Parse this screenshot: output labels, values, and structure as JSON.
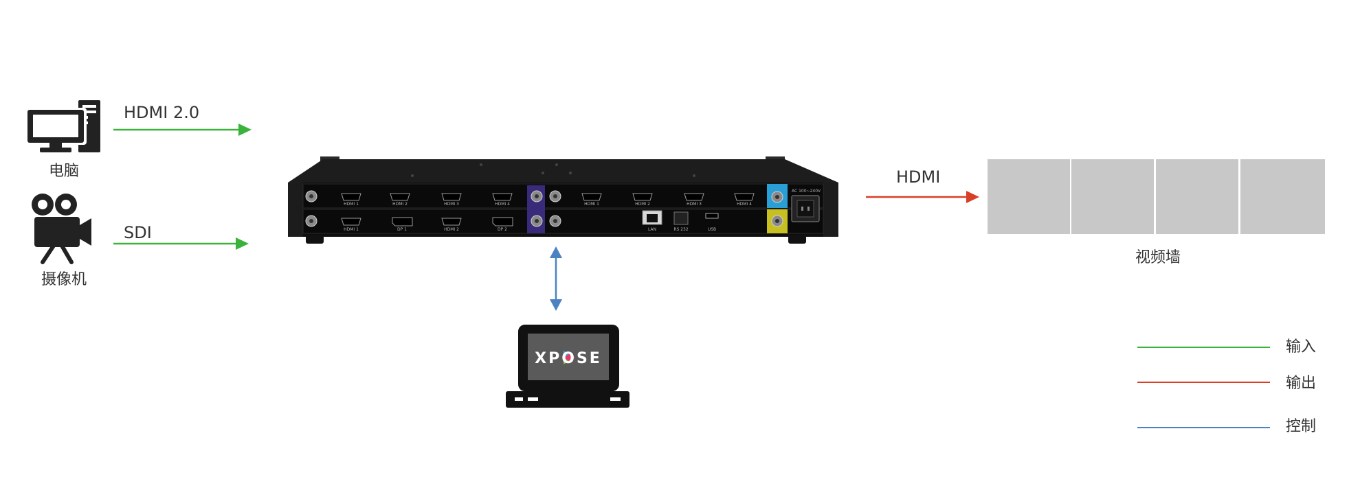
{
  "sources": [
    {
      "label": "电脑",
      "icon": "desktop-computer-icon"
    },
    {
      "label": "摄像机",
      "icon": "video-camera-icon"
    }
  ],
  "links": {
    "hdmi_in": "HDMI 2.0",
    "sdi_in": "SDI",
    "hdmi_out": "HDMI"
  },
  "display": {
    "label": "视频墙",
    "panels": 4,
    "panel_color": "#c8c8c8"
  },
  "device": {
    "top_row": [
      "HDMI 1",
      "HDMI 2",
      "HDMI 3",
      "HDMI 4",
      "HDMI 1",
      "HDMI 2",
      "HDMI 3",
      "HDMI 4"
    ],
    "bottom_row": [
      "HDMI 1",
      "DP 1",
      "HDMI 2",
      "DP 2",
      "LAN",
      "RS 232",
      "USB"
    ],
    "power_label": "AC 100~240V"
  },
  "laptop": {
    "logo_text": "XPOSE",
    "icon": "laptop-icon"
  },
  "legend": [
    {
      "label": "输入",
      "color": "#3bb33b"
    },
    {
      "label": "输出",
      "color": "#d93f26"
    },
    {
      "label": "控制",
      "color": "#4a82c2"
    }
  ]
}
